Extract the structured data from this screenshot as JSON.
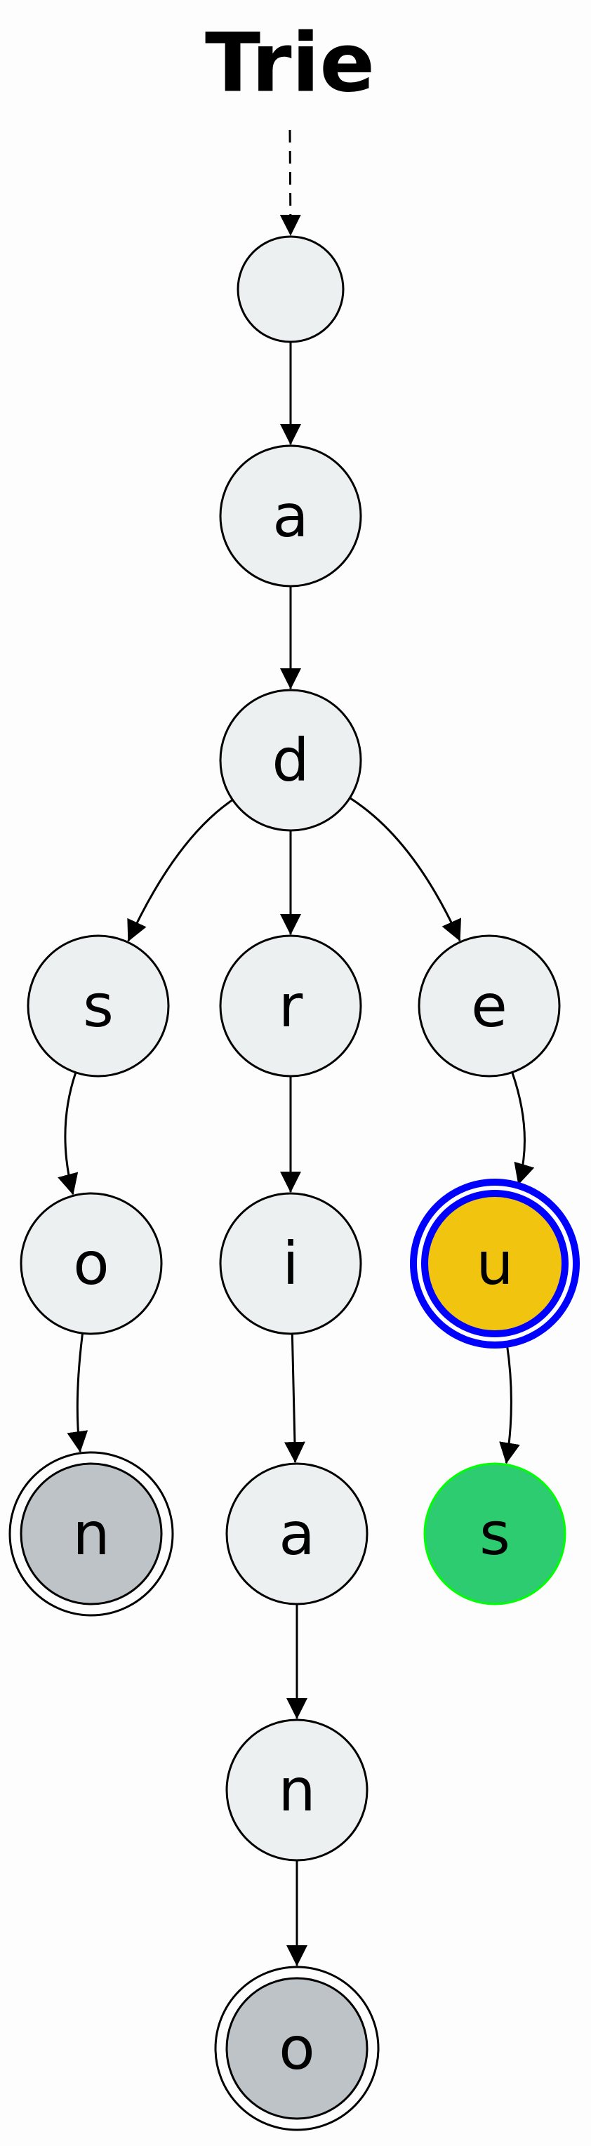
{
  "title": "Trie",
  "colors": {
    "default_fill": "#ecf0f1",
    "terminal_fill": "#bdc3c7",
    "highlight_fill": "#f1c40f",
    "highlight_stroke": "#0000ff",
    "leaf_fill": "#2ecc71",
    "leaf_stroke": "#00ff00",
    "edge": "#000000"
  },
  "nodes": [
    {
      "id": "root",
      "label": "",
      "style": "default"
    },
    {
      "id": "a1",
      "label": "a",
      "style": "default"
    },
    {
      "id": "d",
      "label": "d",
      "style": "default"
    },
    {
      "id": "s1",
      "label": "s",
      "style": "default"
    },
    {
      "id": "r",
      "label": "r",
      "style": "default"
    },
    {
      "id": "e",
      "label": "e",
      "style": "default"
    },
    {
      "id": "o1",
      "label": "o",
      "style": "default"
    },
    {
      "id": "i",
      "label": "i",
      "style": "default"
    },
    {
      "id": "u",
      "label": "u",
      "style": "highlight"
    },
    {
      "id": "n1",
      "label": "n",
      "style": "terminal"
    },
    {
      "id": "a2",
      "label": "a",
      "style": "default"
    },
    {
      "id": "s2",
      "label": "s",
      "style": "leaf"
    },
    {
      "id": "n2",
      "label": "n",
      "style": "default"
    },
    {
      "id": "o2",
      "label": "o",
      "style": "terminal"
    }
  ],
  "edges": [
    {
      "from": "title",
      "to": "root",
      "style": "dashed"
    },
    {
      "from": "root",
      "to": "a1",
      "style": "solid"
    },
    {
      "from": "a1",
      "to": "d",
      "style": "solid"
    },
    {
      "from": "d",
      "to": "s1",
      "style": "solid"
    },
    {
      "from": "d",
      "to": "r",
      "style": "solid"
    },
    {
      "from": "d",
      "to": "e",
      "style": "solid"
    },
    {
      "from": "s1",
      "to": "o1",
      "style": "solid"
    },
    {
      "from": "o1",
      "to": "n1",
      "style": "solid"
    },
    {
      "from": "r",
      "to": "i",
      "style": "solid"
    },
    {
      "from": "i",
      "to": "a2",
      "style": "solid"
    },
    {
      "from": "a2",
      "to": "n2",
      "style": "solid"
    },
    {
      "from": "n2",
      "to": "o2",
      "style": "solid"
    },
    {
      "from": "e",
      "to": "u",
      "style": "solid"
    },
    {
      "from": "u",
      "to": "s2",
      "style": "solid"
    }
  ]
}
